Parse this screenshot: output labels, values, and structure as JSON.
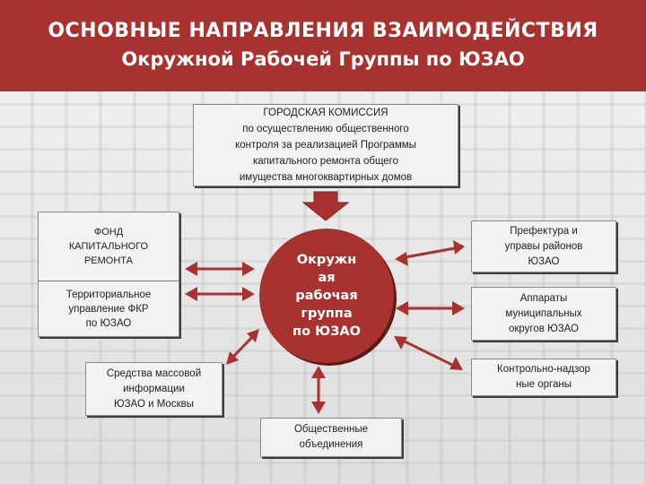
{
  "header": {
    "line1": "ОСНОВНЫЕ НАПРАВЛЕНИЯ ВЗАИМОДЕЙСТВИЯ",
    "line2": "Окружной Рабочей Группы по ЮЗАО"
  },
  "center": {
    "lines": [
      "Окружн",
      "ая",
      "рабочая",
      "группа",
      "по ЮЗАО"
    ]
  },
  "boxes": {
    "gorod": [
      "ГОРОДСКАЯ КОМИССИЯ",
      "по осуществлению общественного",
      "контроля за реализацией Программы",
      "капитального ремонта  общего",
      "имущества многоквартирных домов"
    ],
    "fond_top": [
      "ФОНД",
      "КАПИТАЛЬНОГО",
      "РЕМОНТА"
    ],
    "fond_bottom": [
      "Территориальное",
      "управление ФКР",
      "по ЮЗАО"
    ],
    "prefektura": [
      "Префектура  и",
      "управы районов",
      "ЮЗАО"
    ],
    "apparaty": [
      "Аппараты",
      "муниципальных",
      "округов ЮЗАО"
    ],
    "kontrol": [
      "Контрольно-надзор",
      "ные органы"
    ],
    "smi": [
      "Средства массовой",
      "информации",
      "ЮЗАО и Москвы"
    ],
    "obshch": [
      "Общественные",
      "объединения"
    ]
  },
  "colors": {
    "accent": "#a8322f"
  }
}
